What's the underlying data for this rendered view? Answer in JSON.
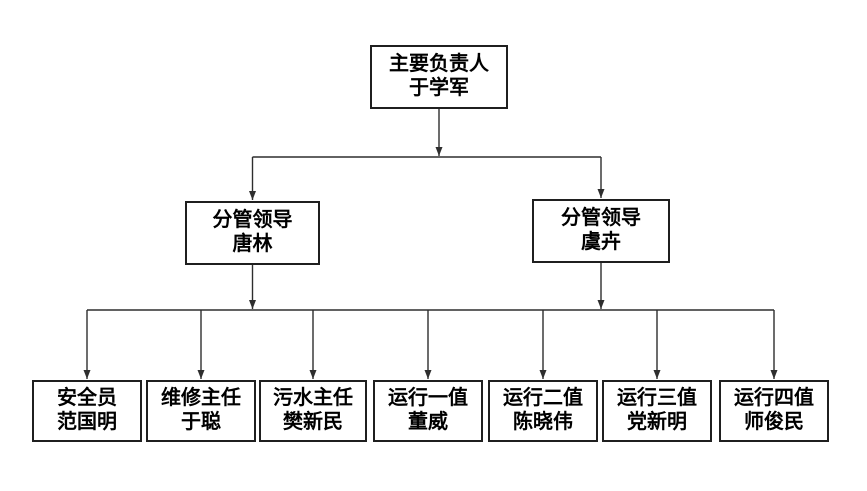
{
  "org": {
    "root": {
      "role": "主要负责人",
      "name": "于学军"
    },
    "leaders": [
      {
        "role": "分管领导",
        "name": "唐林"
      },
      {
        "role": "分管领导",
        "name": "虞卉"
      }
    ],
    "staff": [
      {
        "role": "安全员",
        "name": "范国明"
      },
      {
        "role": "维修主任",
        "name": "于聪"
      },
      {
        "role": "污水主任",
        "name": "樊新民"
      },
      {
        "role": "运行一值",
        "name": "董威"
      },
      {
        "role": "运行二值",
        "name": "陈晓伟"
      },
      {
        "role": "运行三值",
        "name": "党新明"
      },
      {
        "role": "运行四值",
        "name": "师俊民"
      }
    ],
    "colors": {
      "line": "#2e2e2e",
      "border": "#1f1f1f",
      "text": "#000000",
      "background": "#ffffff"
    }
  }
}
